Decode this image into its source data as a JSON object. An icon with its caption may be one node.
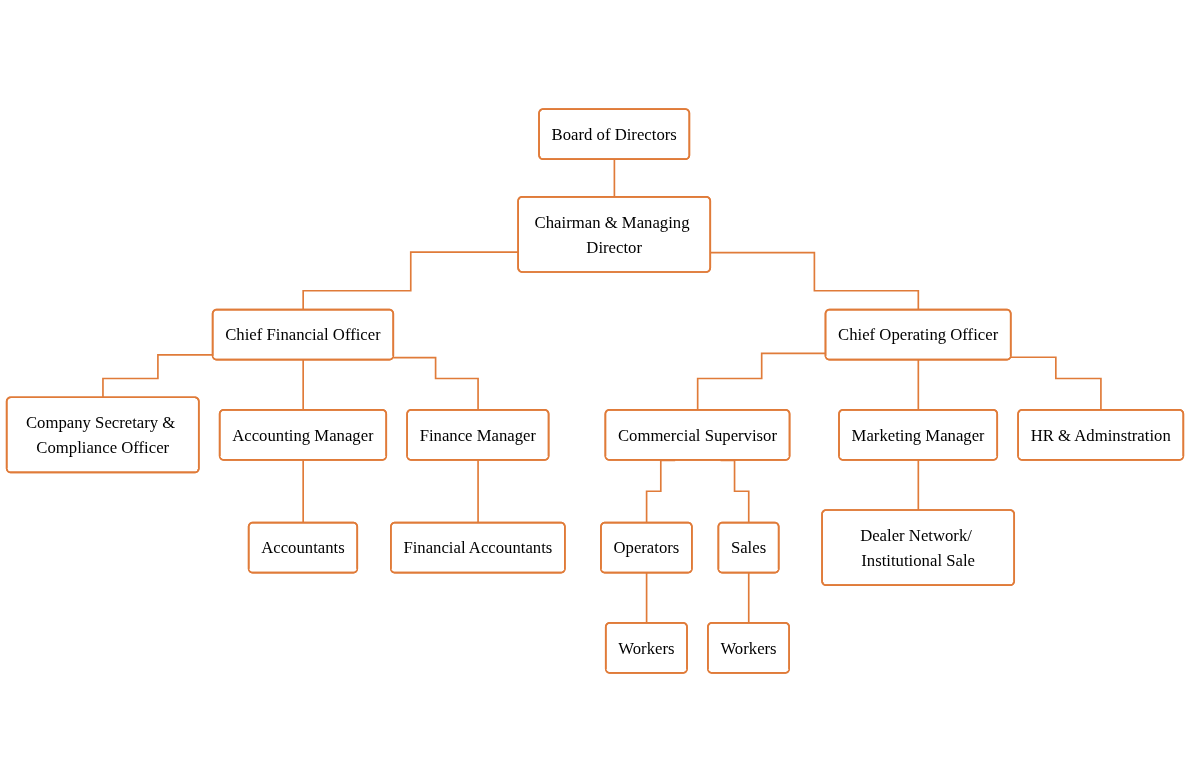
{
  "diagram": {
    "nodes": [
      {
        "text": [
          "Board of Directors"
        ]
      },
      {
        "text": [
          "Chairman & Managing Director"
        ]
      },
      {
        "text": [
          "Chief Financial Officer"
        ]
      },
      {
        "text": [
          "Chief Operating Officer"
        ]
      },
      {
        "text": [
          "Company Secretary & Compliance Officer"
        ]
      },
      {
        "text": [
          "Accounting Manager"
        ]
      },
      {
        "text": [
          "Finance Manager"
        ]
      },
      {
        "text": [
          "Accountants"
        ]
      },
      {
        "text": [
          "Financial Accountants"
        ]
      },
      {
        "text": [
          "Commercial Supervisor"
        ]
      },
      {
        "text": [
          "Marketing Manager"
        ]
      },
      {
        "text": [
          "HR & Adminstration"
        ]
      },
      {
        "text": [
          "Operators"
        ]
      },
      {
        "text": [
          "Sales"
        ]
      },
      {
        "text": [
          "Workers"
        ]
      },
      {
        "text": [
          "Workers"
        ]
      },
      {
        "text": [
          "Dealer Network/ Institutional Sale"
        ]
      }
    ],
    "edges": [
      {
        "from": 0,
        "to": 1,
        "arrow": "none"
      },
      {
        "from": 1,
        "to": 2,
        "arrow": "none"
      },
      {
        "from": 1,
        "to": 3,
        "arrow": "none"
      },
      {
        "from": 2,
        "to": 4,
        "arrow": "none"
      },
      {
        "from": 2,
        "to": 5,
        "arrow": "none"
      },
      {
        "from": 2,
        "to": 6,
        "arrow": "none"
      },
      {
        "from": 5,
        "to": 7,
        "arrow": "none"
      },
      {
        "from": 6,
        "to": 8,
        "arrow": "none"
      },
      {
        "from": 3,
        "to": 9,
        "arrow": "none"
      },
      {
        "from": 3,
        "to": 10,
        "arrow": "none"
      },
      {
        "from": 3,
        "to": 11,
        "arrow": "none"
      },
      {
        "from": 9,
        "to": 12,
        "arrow": "none"
      },
      {
        "from": 9,
        "to": 13,
        "arrow": "none"
      },
      {
        "from": 12,
        "to": 14,
        "arrow": "none"
      },
      {
        "from": 13,
        "to": 15,
        "arrow": "none"
      },
      {
        "from": 10,
        "to": 16,
        "arrow": "none"
      }
    ]
  }
}
